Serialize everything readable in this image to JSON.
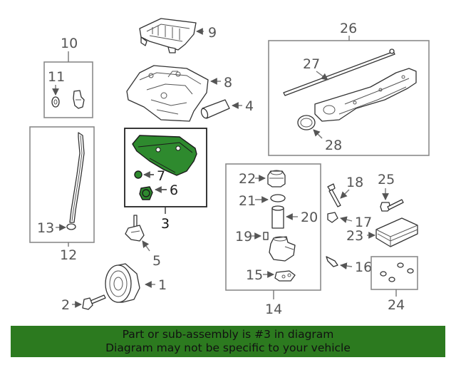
{
  "callouts": {
    "c1": "1",
    "c2": "2",
    "c3": "3",
    "c4": "4",
    "c5": "5",
    "c6": "6",
    "c7": "7",
    "c8": "8",
    "c9": "9",
    "c10": "10",
    "c11": "11",
    "c12": "12",
    "c13": "13",
    "c14": "14",
    "c15": "15",
    "c16": "16",
    "c17": "17",
    "c18": "18",
    "c19": "19",
    "c20": "20",
    "c21": "21",
    "c22": "22",
    "c23": "23",
    "c24": "24",
    "c25": "25",
    "c26": "26",
    "c27": "27",
    "c28": "28"
  },
  "highlight": {
    "part_number": "3",
    "color": "#2e8a2e"
  },
  "banner": {
    "line1": "Part or sub-assembly is #3 in diagram",
    "line2": "Diagram may not be specific to your vehicle",
    "color": "#2c7a1f"
  }
}
